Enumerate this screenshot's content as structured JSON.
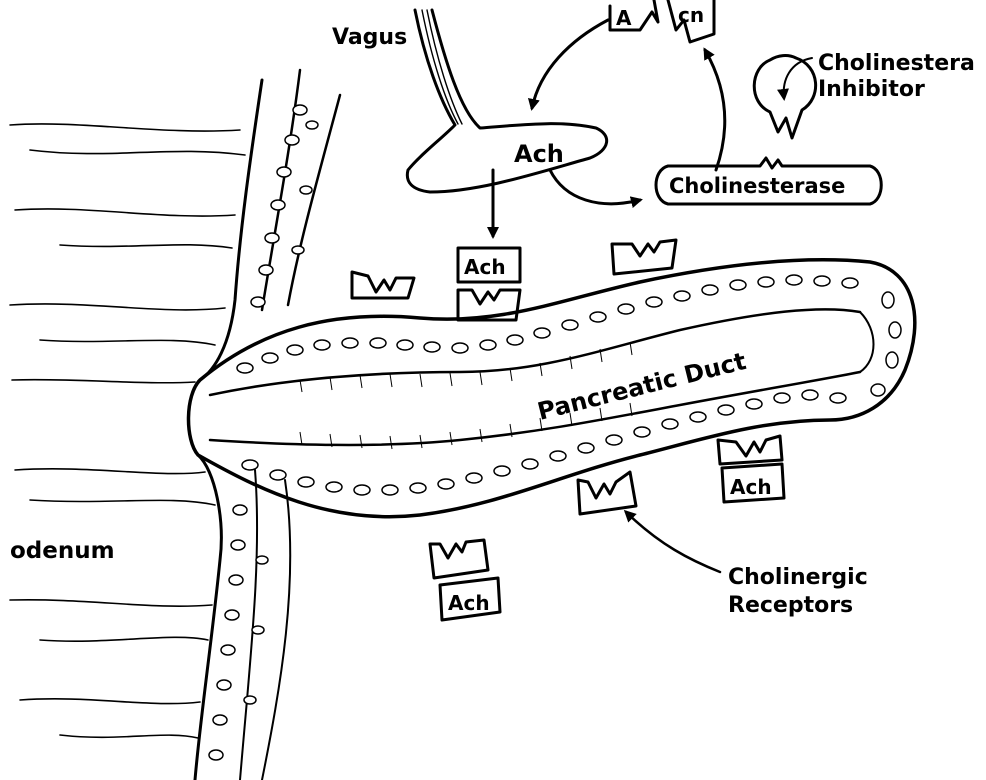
{
  "labels": {
    "vagus": "Vagus",
    "ach_vesicle": "Ach",
    "ach_top_a": "A",
    "ach_top_cn": "cn",
    "cholinesterase": "Cholinesterase",
    "inhibitor_line1": "Cholinestera",
    "inhibitor_line2": "Inhibitor",
    "duct": "Pancreatic Duct",
    "duodenum": "odenum",
    "receptors_line1": "Cholinergic",
    "receptors_line2": "Receptors",
    "ach_receptor_1": "Ach",
    "ach_receptor_2": "Ach",
    "ach_receptor_3": "Ach"
  },
  "colors": {
    "ink": "#000000",
    "paper": "#ffffff"
  }
}
